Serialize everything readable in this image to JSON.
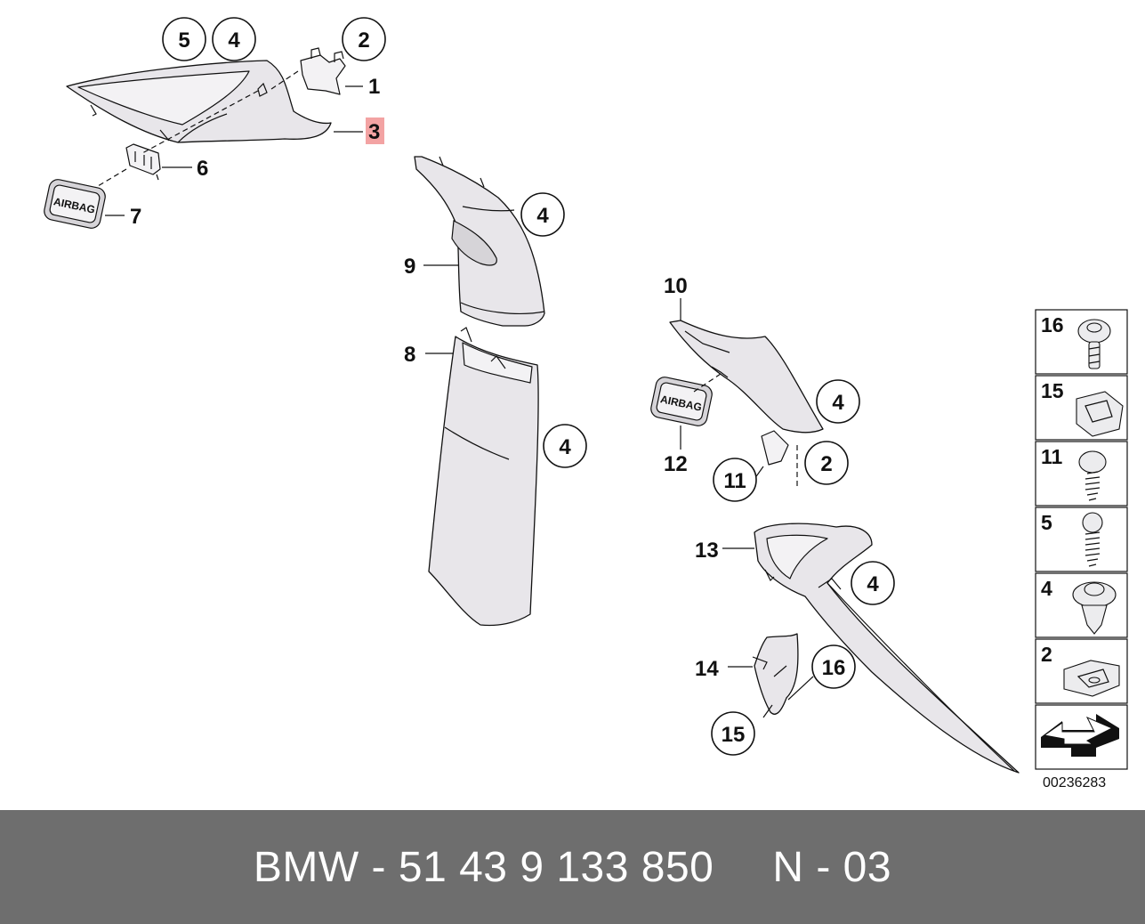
{
  "diagram": {
    "callouts": {
      "c1": "5",
      "c2": "4",
      "c3": "2",
      "c4": "4",
      "c5": "4",
      "c6": "4",
      "c7": "11",
      "c8": "2",
      "c9": "4",
      "c10": "16",
      "c11": "15"
    },
    "labels": {
      "l1": "1",
      "l3": "3",
      "l6": "6",
      "l7": "7",
      "l9": "9",
      "l8": "8",
      "l10": "10",
      "l12": "12",
      "l13": "13",
      "l14": "14"
    },
    "badge_text": {
      "airbag_left": "AIRBAG",
      "airbag_right": "AIRBAG"
    },
    "hardware_panel": [
      "16",
      "15",
      "11",
      "5",
      "4",
      "2"
    ],
    "reference_number": "00236283",
    "highlight_color": "#f3a3a3"
  },
  "footer": {
    "brand_part": "BMW - 51 43 9 133 850",
    "page_ref": "N - 03"
  }
}
